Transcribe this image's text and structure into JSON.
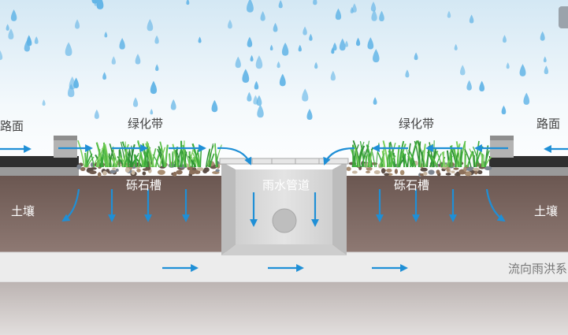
{
  "labels": {
    "road_left": "路面",
    "road_right": "路面",
    "green_left": "绿化带",
    "green_right": "绿化带",
    "gravel_left": "砾石槽",
    "gravel_right": "砾石槽",
    "pipe": "雨水管道",
    "soil_left": "土壤",
    "soil_right": "土壤",
    "flow": "流向雨洪系"
  },
  "colors": {
    "water": "#1f8fd6",
    "raindrop": "#5fb3e6",
    "soil": "#7a655f",
    "pavement": "#3a3a3a",
    "channel": "#e9e9e9",
    "pipe": "#d4d4d4",
    "grass": "#3aa83a"
  },
  "icons": [
    "raindrop-icon",
    "flow-arrow-icon",
    "grass-icon",
    "gravel-icon"
  ]
}
